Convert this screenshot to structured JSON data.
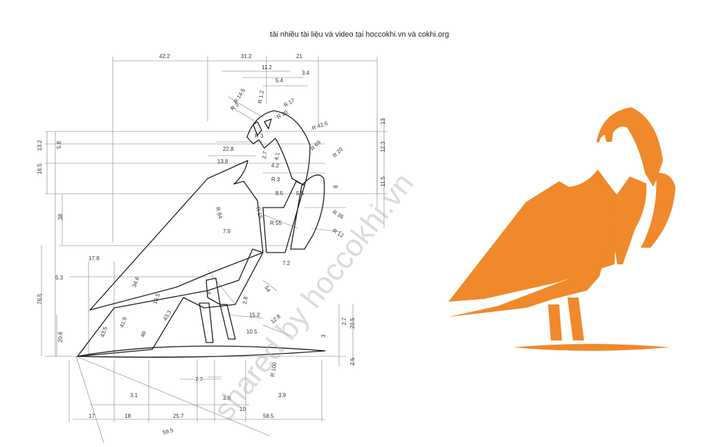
{
  "header_text": "tải nhiều tài liệu và video tại hoccokhi.vn và cokhi.org",
  "watermark": "shared by hoccokhi.vn",
  "colors": {
    "logo": "#f0892b",
    "line": "#1a1a1a",
    "dim_line": "#777777"
  },
  "dimensions": {
    "top": [
      "42.2",
      "31.2",
      "21",
      "11.2",
      "3.4",
      "5.4"
    ],
    "radii": [
      "R 14.5",
      "R 1.2",
      "R 17",
      "R 3",
      "R 20",
      "R 42.6",
      "R 3",
      "R 69",
      "R 20",
      "R 3",
      "R 84",
      "R 15",
      "R 36",
      "R 55",
      "R 12",
      "R 100"
    ],
    "left": [
      "13.2",
      "5.8",
      "16.5",
      "38",
      "76.5",
      "5.3",
      "17.8",
      "20.6"
    ],
    "middle": [
      "22.8",
      "13.8",
      "4.2",
      "2.7",
      "4.1",
      "8.5",
      "5.5",
      "7.9",
      "7.2",
      "54",
      "2.8",
      "15.2",
      "12.8",
      "10.5"
    ],
    "angles": [
      "43.5",
      "41.9",
      "46",
      "34.6",
      "43.3",
      "16.5",
      "8"
    ],
    "right": [
      "13",
      "12.3",
      "11.5",
      "8",
      "20.5",
      "2.7",
      "3",
      "2.5"
    ],
    "bottom": [
      "3.1",
      "7.7",
      "3.8",
      "3.9",
      "17",
      "18",
      "25.7",
      "10",
      "58.5",
      "59.5"
    ]
  }
}
